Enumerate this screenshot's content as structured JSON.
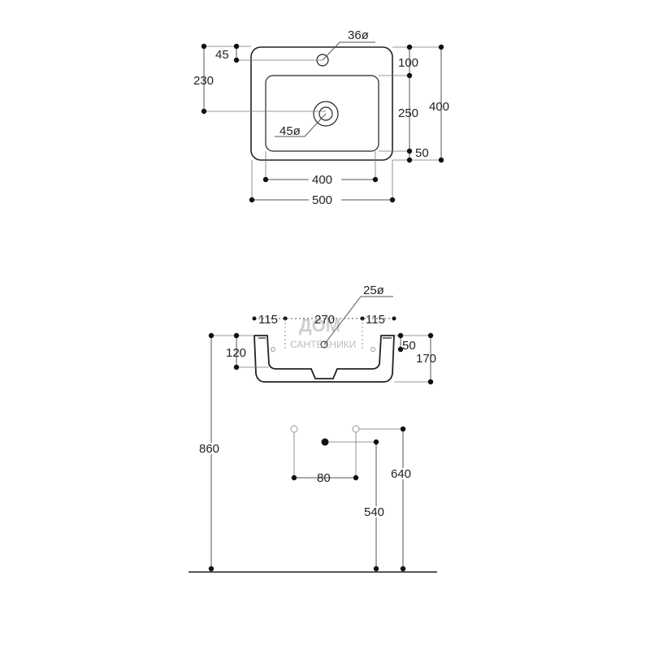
{
  "top_view": {
    "dims": {
      "hole_diameter": "36ø",
      "hole_offset": "45",
      "drain_offset": "230",
      "drain_diameter": "45ø",
      "top_margin": "100",
      "basin_depth": "250",
      "bottom_margin": "50",
      "overall_depth": "400",
      "inner_width": "400",
      "overall_width": "500"
    }
  },
  "side_view": {
    "dims": {
      "drain_diameter": "25ø",
      "left_margin": "115",
      "center_span": "270",
      "right_margin": "115",
      "rim_height": "50",
      "body_height": "120",
      "overall_height": "170"
    },
    "watermark": {
      "line1": "ДОМ",
      "line2": "САНТЕХНИКИ"
    }
  },
  "installation": {
    "dims": {
      "rim_height_from_floor": "860",
      "supply_spacing": "80",
      "supply_height": "640",
      "drain_height": "540"
    }
  }
}
